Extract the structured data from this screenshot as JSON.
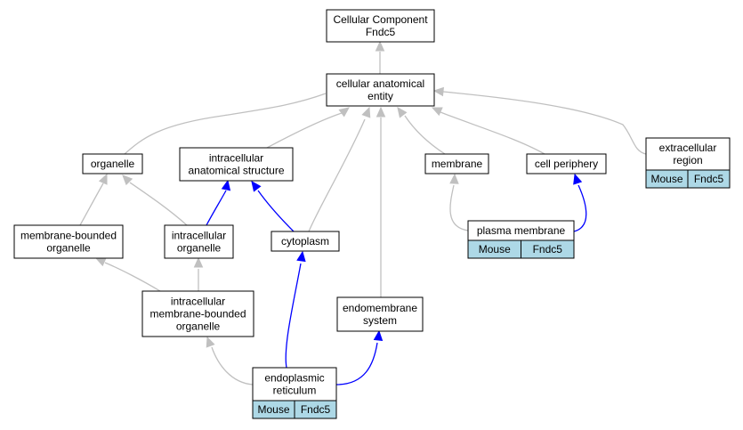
{
  "graph": {
    "nodes": {
      "root": {
        "lines": [
          "Cellular Component",
          "Fndc5"
        ]
      },
      "cae": {
        "lines": [
          "cellular anatomical",
          "entity"
        ]
      },
      "organelle": {
        "lines": [
          "organelle"
        ]
      },
      "ias": {
        "lines": [
          "intracellular",
          "anatomical structure"
        ]
      },
      "membrane": {
        "lines": [
          "membrane"
        ]
      },
      "cellperiphery": {
        "lines": [
          "cell periphery"
        ]
      },
      "extracellular": {
        "lines": [
          "extracellular",
          "region"
        ],
        "annotation": [
          "Mouse",
          "Fndc5"
        ]
      },
      "mbo": {
        "lines": [
          "membrane-bounded",
          "organelle"
        ]
      },
      "io": {
        "lines": [
          "intracellular",
          "organelle"
        ]
      },
      "cytoplasm": {
        "lines": [
          "cytoplasm"
        ]
      },
      "plasma": {
        "lines": [
          "plasma membrane"
        ],
        "annotation": [
          "Mouse",
          "Fndc5"
        ]
      },
      "imbo": {
        "lines": [
          "intracellular",
          "membrane-bounded",
          "organelle"
        ]
      },
      "endomembrane": {
        "lines": [
          "endomembrane",
          "system"
        ]
      },
      "er": {
        "lines": [
          "endoplasmic",
          "reticulum"
        ],
        "annotation": [
          "Mouse",
          "Fndc5"
        ]
      }
    },
    "colors": {
      "is_a_edge": "#c0c0c0",
      "part_of_edge": "#0000ff",
      "annotation_fill": "#add8e6",
      "node_border": "#000000"
    }
  }
}
